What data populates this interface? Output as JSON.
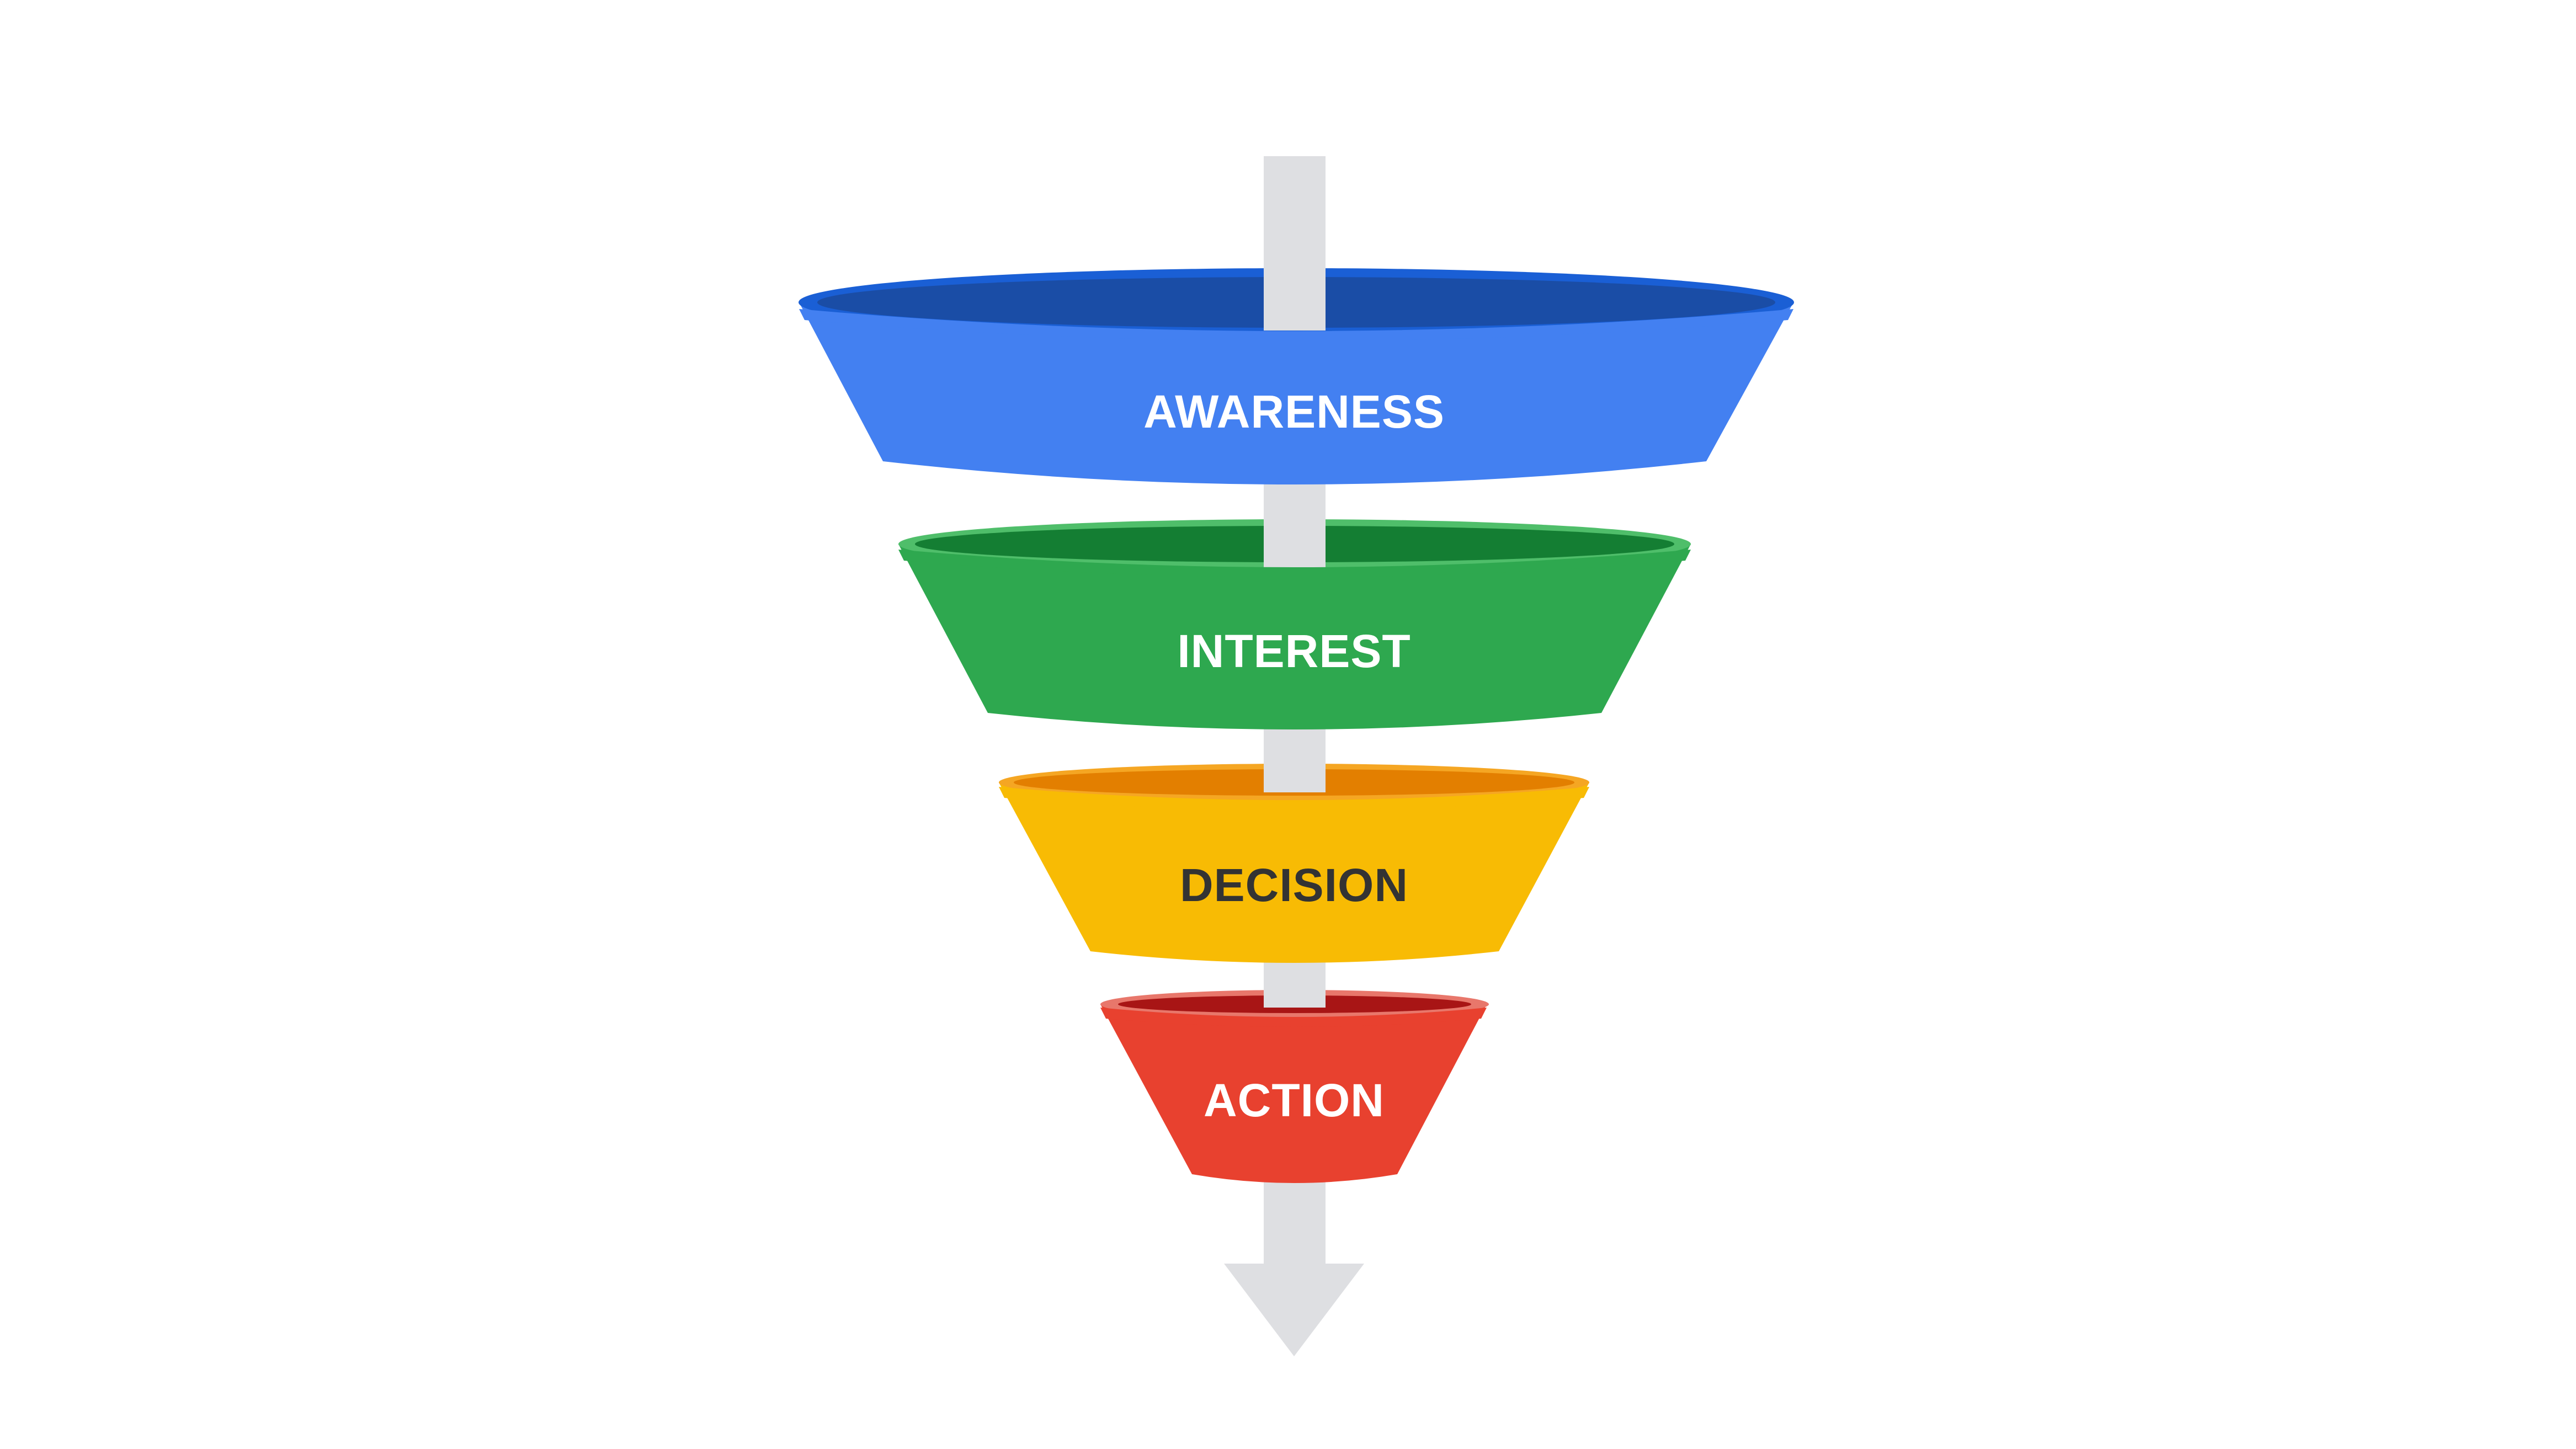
{
  "diagram": {
    "type": "funnel",
    "flow_direction": "downward",
    "stages": [
      {
        "label": "AWARENESS",
        "body_color": "#4380F1",
        "rim_color": "#1A5FD5",
        "inner_color": "#1A4DA6",
        "label_color": "#FFFFFF"
      },
      {
        "label": "INTEREST",
        "body_color": "#2EA84F",
        "rim_color": "#4FBE6A",
        "inner_color": "#147E33",
        "label_color": "#FFFFFF"
      },
      {
        "label": "DECISION",
        "body_color": "#F8BB04",
        "rim_color": "#F5A623",
        "inner_color": "#E37F00",
        "label_color": "#333333"
      },
      {
        "label": "ACTION",
        "body_color": "#E8412F",
        "rim_color": "#E8776B",
        "inner_color": "#A81515",
        "label_color": "#FFFFFF"
      }
    ],
    "arrow_color": "#DEDFE2"
  }
}
